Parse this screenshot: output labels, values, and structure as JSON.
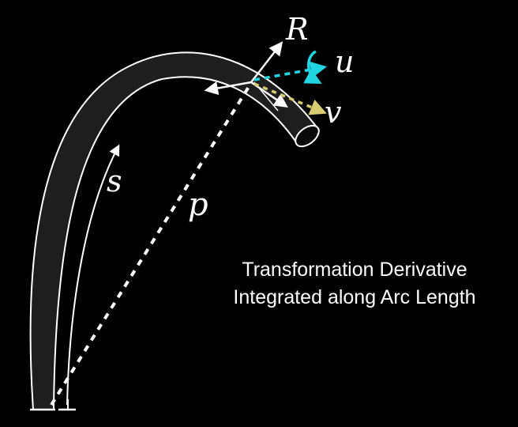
{
  "labels": {
    "R": "R",
    "u": "u",
    "v": "v",
    "s": "s",
    "p": "p"
  },
  "caption": {
    "line1": "Transformation Derivative",
    "line2": "Integrated along Arc Length"
  },
  "colors": {
    "background": "#000000",
    "outline": "#ffffff",
    "tube_fill": "#1e1e1e",
    "u_arrow": "#20d4e0",
    "v_arrow": "#d8cc70"
  }
}
